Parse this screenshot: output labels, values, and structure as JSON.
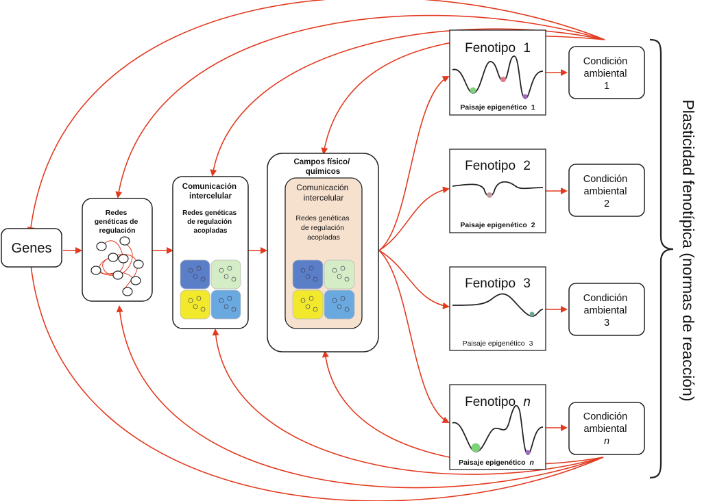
{
  "genes": {
    "label": "Genes"
  },
  "grn": {
    "title_lines": [
      "Redes",
      "genéticas de",
      "regulación"
    ]
  },
  "comm": {
    "title_lines": [
      "Comunicación",
      "intercelular"
    ],
    "subtitle_lines": [
      "Redes genéticas",
      "de regulación",
      "acopladas"
    ]
  },
  "fields": {
    "title_lines": [
      "Campos físico/",
      "químicos"
    ],
    "inner_title_lines": [
      "Comunicación",
      "intercelular"
    ],
    "inner_subtitle_lines": [
      "Redes genéticas",
      "de regulación",
      "acopladas"
    ]
  },
  "phenotypes": [
    {
      "title": "Fenotipo",
      "num": "1",
      "italic": false,
      "landscape_prefix": "Paisaje epigenético",
      "landscape_num": "1"
    },
    {
      "title": "Fenotipo",
      "num": "2",
      "italic": false,
      "landscape_prefix": "Paisaje epigenético",
      "landscape_num": "2"
    },
    {
      "title": "Fenotipo",
      "num": "3",
      "italic": false,
      "landscape_prefix": "Paisaje epigenético",
      "landscape_num": "3"
    },
    {
      "title": "Fenotipo",
      "num": "n",
      "italic": true,
      "landscape_prefix": "Paisaje epigenético",
      "landscape_num": "n"
    }
  ],
  "conditions": [
    {
      "lines": [
        "Condición",
        "ambiental"
      ],
      "num": "1",
      "italic": false
    },
    {
      "lines": [
        "Condición",
        "ambiental"
      ],
      "num": "2",
      "italic": false
    },
    {
      "lines": [
        "Condición",
        "ambiental"
      ],
      "num": "3",
      "italic": false
    },
    {
      "lines": [
        "Condición",
        "ambiental"
      ],
      "num": "n",
      "italic": true
    }
  ],
  "side_label": "Plasticidad fenotípica (normas de reacción)",
  "colors": {
    "arrow": "#e23a1f",
    "stroke": "#222222",
    "outer_panel_fill": "#ffffff",
    "inner_panel_fill": "#f6e1cf",
    "cell_blue_dark": "#5a7ec8",
    "cell_green": "#d5edc6",
    "cell_yellow": "#f2e92c",
    "cell_blue_light": "#6aa8e0",
    "ball_green": "#7ed27a",
    "ball_pink": "#e07a8c",
    "ball_purple": "#a06ac0",
    "ball_teal": "#6aa898"
  }
}
